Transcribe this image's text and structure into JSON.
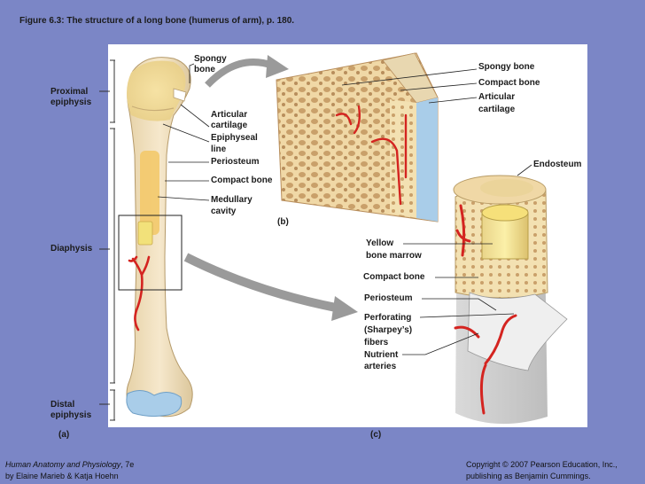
{
  "figure_title": "Figure 6.3:  The structure of a long bone (humerus of arm), p. 180.",
  "left_labels": {
    "proximal": [
      "Proximal",
      "epiphysis"
    ],
    "diaphysis": "Diaphysis",
    "distal": [
      "Distal",
      "epiphysis"
    ],
    "panel_a": "(a)"
  },
  "bone_labels": {
    "spongy_bone": [
      "Spongy",
      "bone"
    ],
    "articular_cartilage": [
      "Articular",
      "cartilage"
    ],
    "epiphyseal_line": [
      "Epiphyseal",
      "line"
    ],
    "periosteum": "Periosteum",
    "compact_bone": "Compact bone",
    "medullary_cavity": [
      "Medullary",
      "cavity"
    ]
  },
  "panel_b": {
    "label": "(b)",
    "spongy_bone": "Spongy bone",
    "compact_bone": "Compact bone",
    "articular_cartilage": [
      "Articular",
      "cartilage"
    ]
  },
  "panel_c": {
    "label": "(c)",
    "endosteum": "Endosteum",
    "yellow_marrow": [
      "Yellow",
      "bone marrow"
    ],
    "compact_bone": "Compact bone",
    "periosteum": "Periosteum",
    "perforating": [
      "Perforating",
      "(Sharpey’s)",
      "fibers"
    ],
    "nutrient_arteries": [
      "Nutrient",
      "arteries"
    ]
  },
  "footer": {
    "book_title": "Human Anatomy and Physiology",
    "edition": ", 7e",
    "authors": "by Elaine Marieb & Katja Hoehn",
    "copyright_1": "Copyright © 2007 Pearson Education, Inc.,",
    "copyright_2": "publishing as Benjamin Cummings."
  },
  "colors": {
    "background": "#7b86c6",
    "bone": "#efdcb4",
    "spongy": "#f3d98c",
    "marrow": "#f2dc50",
    "artery": "#d42420",
    "cartilage": "#a9cde9"
  }
}
